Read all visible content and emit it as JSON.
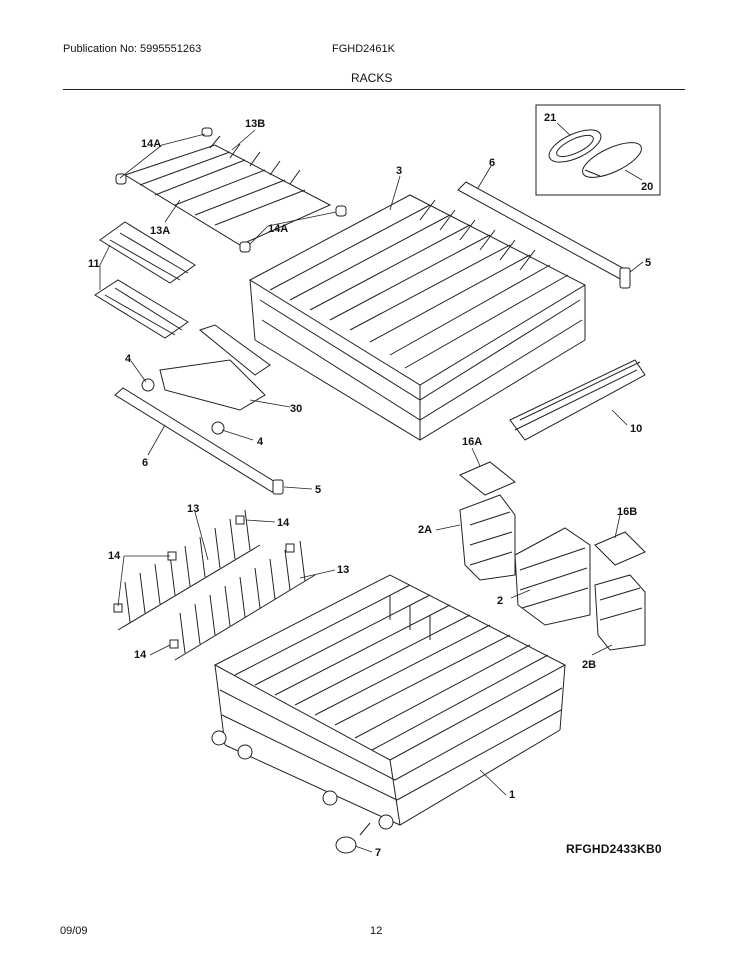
{
  "header": {
    "publication": "Publication No: 5995551263",
    "model": "FGHD2461K",
    "section": "RACKS"
  },
  "footer": {
    "date": "09/09",
    "page": "12",
    "diagram_code": "RFGHD2433KB0"
  },
  "callouts": {
    "c21": "21",
    "c20": "20",
    "c14A_top": "14A",
    "c13B": "13B",
    "c13A": "13A",
    "c14A_mid": "14A",
    "c3": "3",
    "c6_top": "6",
    "c5_top": "5",
    "c11": "11",
    "c4_left": "4",
    "c30": "30",
    "c4_bottom": "4",
    "c6_bottom": "6",
    "c5_bottom": "5",
    "c10": "10",
    "c16A": "16A",
    "c2A": "2A",
    "c16B": "16B",
    "c2": "2",
    "c2B": "2B",
    "c13_top": "13",
    "c14_right": "14",
    "c14_left": "14",
    "c13_right": "13",
    "c14_bottom": "14",
    "c1": "1",
    "c7": "7"
  }
}
